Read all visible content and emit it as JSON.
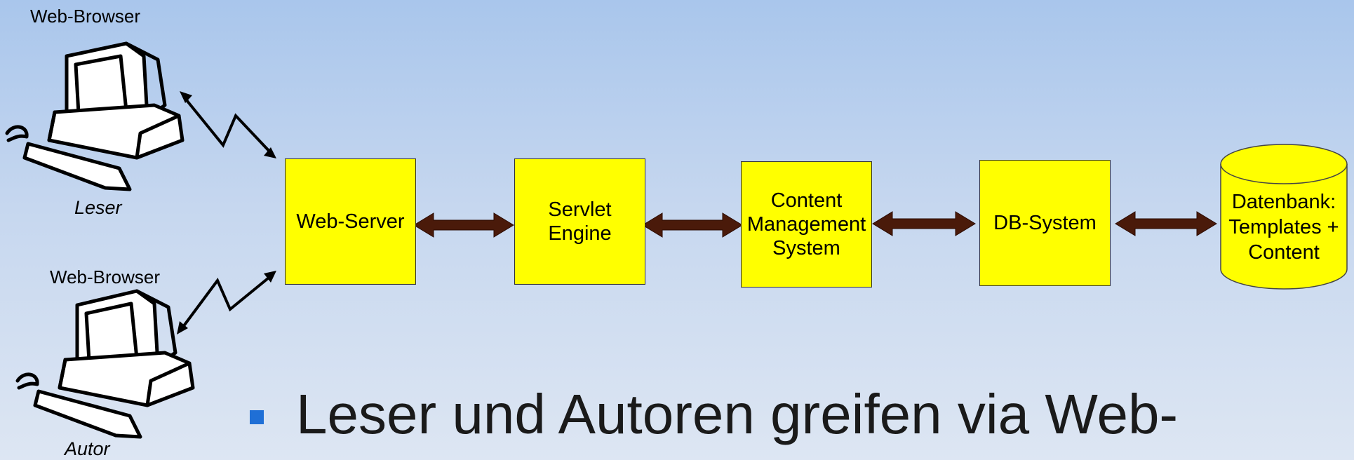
{
  "clients": [
    {
      "top_label": "Web-Browser",
      "role_label": "Leser"
    },
    {
      "top_label": "Web-Browser",
      "role_label": "Autor"
    }
  ],
  "nodes": {
    "web_server": "Web-Server",
    "servlet_engine": "Servlet\nEngine",
    "cms": "Content\nManagement\nSystem",
    "db_system": "DB-System",
    "database": "Datenbank:\nTemplates +\nContent"
  },
  "bullet": {
    "text": "Leser und Autoren greifen via Web-"
  },
  "colors": {
    "node_fill": "#ffff00",
    "arrow": "#4a1a0a",
    "bullet": "#1f6fd6"
  }
}
